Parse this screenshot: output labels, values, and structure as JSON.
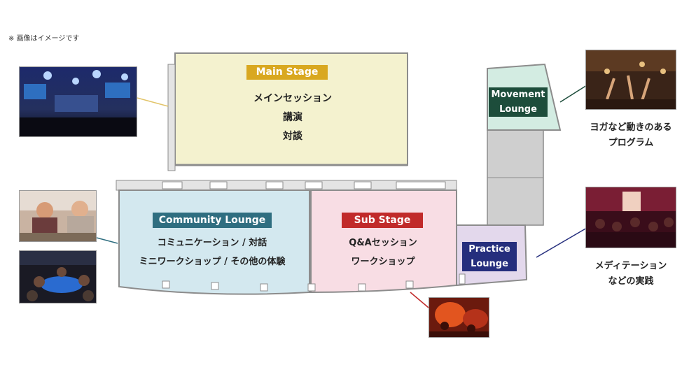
{
  "note": "※ 画像はイメージです",
  "zones": {
    "main_stage": {
      "label": "Main Stage",
      "lines": [
        "メインセッション",
        "講演",
        "対談"
      ],
      "tag_color": "#d9a820",
      "fill": "#f4f2cf"
    },
    "community_lounge": {
      "label": "Community Lounge",
      "lines": [
        "コミュニケーション / 対話",
        "ミニワークショップ / その他の体験"
      ],
      "tag_color": "#2f6e80",
      "fill": "#d3e8ef"
    },
    "sub_stage": {
      "label": "Sub Stage",
      "lines": [
        "Q&Aセッション",
        "ワークショップ"
      ],
      "tag_color": "#c12a2a",
      "fill": "#f8dde4"
    },
    "movement_lounge": {
      "label_lines": [
        "Movement",
        "Lounge"
      ],
      "tag_color": "#1d4d3b",
      "fill": "#d3ece2"
    },
    "practice_lounge": {
      "label_lines": [
        "Practice",
        "Lounge"
      ],
      "tag_color": "#252e7d",
      "fill": "#e3d8ec"
    }
  },
  "captions": {
    "movement": [
      "ヨガなど動きのある",
      "プログラム"
    ],
    "practice": [
      "メディテーション",
      "などの実践"
    ]
  },
  "colors": {
    "walls": "#8c8c8c",
    "corridor": "#cfcfcf",
    "main_connector": "#e2c46a",
    "community_connector": "#2f6e80",
    "movement_connector": "#1d4d3b",
    "practice_connector": "#252e7d",
    "sub_connector": "#c12a2a"
  }
}
